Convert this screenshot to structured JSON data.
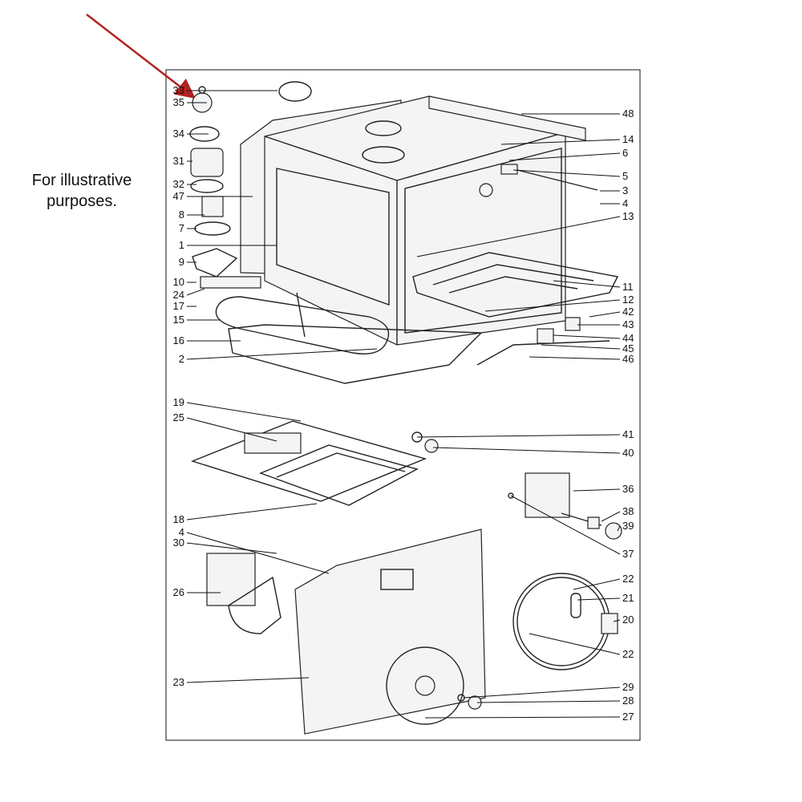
{
  "caption": {
    "line1": "For illustrative",
    "line2": "purposes."
  },
  "colors": {
    "arrow": "#b22222",
    "ink": "#111111"
  },
  "callouts": {
    "left": [
      "33",
      "35",
      "34",
      "31",
      "32",
      "47",
      "8",
      "7",
      "1",
      "9",
      "10",
      "24",
      "17",
      "15",
      "16",
      "2",
      "19",
      "25",
      "18",
      "4",
      "30",
      "26",
      "23"
    ],
    "right": [
      "48",
      "14",
      "6",
      "5",
      "3",
      "4",
      "13",
      "11",
      "12",
      "42",
      "43",
      "44",
      "45",
      "46",
      "41",
      "40",
      "36",
      "38",
      "39",
      "37",
      "22",
      "21",
      "20",
      "22",
      "29",
      "28",
      "27"
    ]
  }
}
